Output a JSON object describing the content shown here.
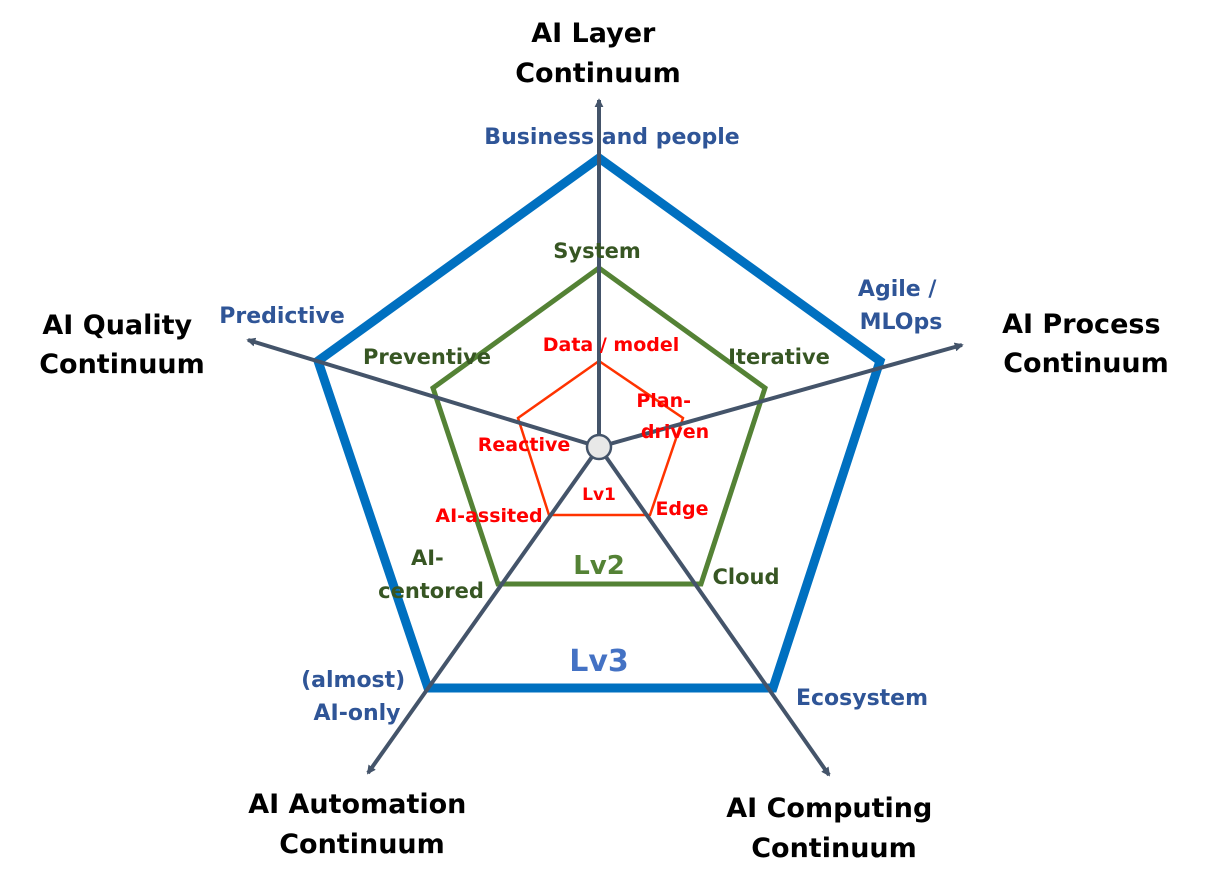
{
  "axes": {
    "layer": {
      "title": [
        "AI Layer",
        "Continuum"
      ]
    },
    "process": {
      "title": [
        "AI Process",
        "Continuum"
      ]
    },
    "computing": {
      "title": [
        "AI Computing",
        "Continuum"
      ]
    },
    "automation": {
      "title": [
        "AI Automation",
        "Continuum"
      ]
    },
    "quality": {
      "title": [
        "AI Quality",
        "Continuum"
      ]
    }
  },
  "levels": {
    "lv3": {
      "name": "Lv3",
      "color": "#0070c0",
      "labels": {
        "layer": [
          "Business and people"
        ],
        "process": [
          "Agile /",
          "MLOps"
        ],
        "computing": [
          "Ecosystem"
        ],
        "automation": [
          "(almost)",
          "AI-only"
        ],
        "quality": [
          "Predictive"
        ]
      }
    },
    "lv2": {
      "name": "Lv2",
      "color": "#548235",
      "labels": {
        "layer": [
          "System"
        ],
        "process": [
          "Iterative"
        ],
        "computing": [
          "Cloud"
        ],
        "automation": [
          "AI-",
          "centored"
        ],
        "quality": [
          "Preventive"
        ]
      }
    },
    "lv1": {
      "name": "Lv1",
      "color": "#ff3300",
      "labels": {
        "layer": [
          "Data / model"
        ],
        "process": [
          "Plan-",
          "driven"
        ],
        "computing": [
          "Edge"
        ],
        "automation": [
          "AI-assited"
        ],
        "quality": [
          "Reactive"
        ]
      }
    }
  },
  "colors": {
    "axis": "#44546a",
    "center_fill": "#e8e8e8"
  }
}
